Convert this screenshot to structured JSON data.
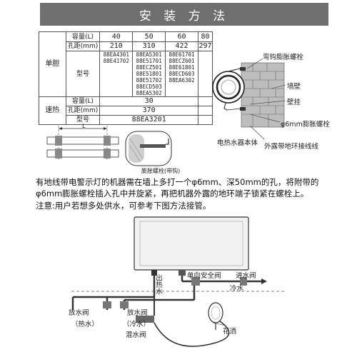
{
  "title": "安 装 方 法",
  "table": {
    "capacity_label": "容量(L)",
    "hole_label": "孔距(mm)",
    "model_label": "型号",
    "category_single": "单胆",
    "category_fast": "速热",
    "single": {
      "capacities": [
        "40",
        "50",
        "60",
        "80"
      ],
      "holes": [
        "210",
        "310",
        "422",
        "297"
      ],
      "models": [
        [
          "88EA4301",
          "88E41702"
        ],
        [
          "88EA5301",
          "88E51701",
          "88ECZ501",
          "88E51801",
          "88E51702",
          "88ECD503",
          "88EA5302"
        ],
        [
          "88E61701",
          "88ECZ601",
          "88E61801",
          "88ECD603",
          "88EA6302"
        ],
        []
      ]
    },
    "fast": {
      "capacity": "30",
      "hole": "370",
      "model": "88EA3201"
    }
  },
  "bolt_diagram": {
    "dimension_label": "L",
    "caption": "膨胀螺栓(带钩)"
  },
  "wall_diagram": {
    "callouts": [
      "弯钩膨胀螺栓",
      "墙壁",
      "壁挂",
      "φ6mm膨胀螺栓",
      "电热水器本体",
      "外露带地环接线线"
    ]
  },
  "instructions": {
    "line1": "有地线带电警示灯的机器需在墙上多打一个φ6mm、深50mm的孔，将附带的φ6mm膨胀螺栓插入孔中并旋紧，再把机器外露的地环端子锁紧在螺栓上。",
    "line2": "注意:用户若想多处供水，可参考下图方法接管。"
  },
  "plumbing": {
    "labels": {
      "hot_out": "出热水",
      "check_valve": "单向安全阀",
      "inlet_valve": "进水阀",
      "cold_in": "冷水",
      "drain_hot": "放水阀",
      "hot_water": "（热水）",
      "drain_cold": "放水阀",
      "cold_water": "（冷水）",
      "mixing_valve": "混水阀",
      "shower": "花洒"
    }
  }
}
